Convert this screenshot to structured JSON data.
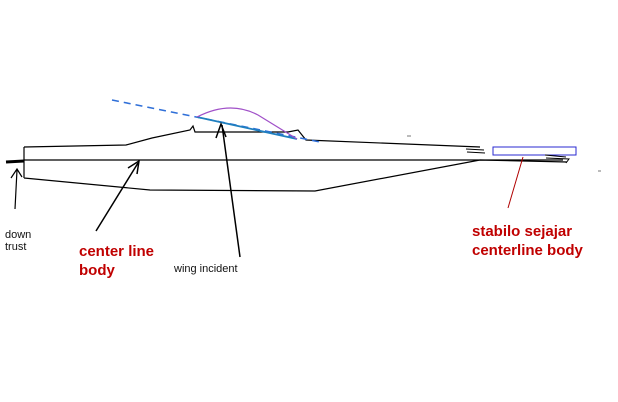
{
  "labels": {
    "down_trust": "down\ntrust",
    "center_line_body": "center line\nbody",
    "wing_incident": "wing incident",
    "stabilo": "stabilo sejajar\ncenterline body"
  },
  "colors": {
    "outline": "#000000",
    "wing_line": "#1f7fbf",
    "dashed_line": "#2f6fd8",
    "airfoil": "#a050c8",
    "stabilizer": "#2a2ad0",
    "emphasis_text": "#c00000",
    "pointer_red": "#b00000"
  }
}
